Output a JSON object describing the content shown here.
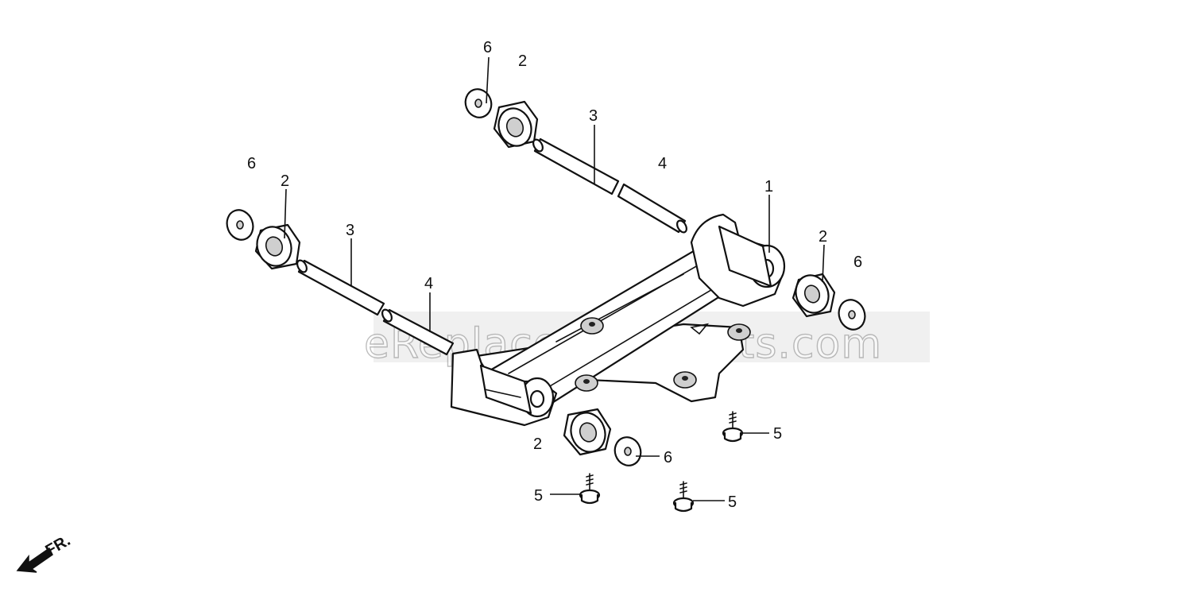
{
  "callouts": [
    {
      "id": "c-6-top",
      "label": "6"
    },
    {
      "id": "c-2-top",
      "label": "2"
    },
    {
      "id": "c-3-top",
      "label": "3"
    },
    {
      "id": "c-4-top",
      "label": "4"
    },
    {
      "id": "c-6-left",
      "label": "6"
    },
    {
      "id": "c-2-left",
      "label": "2"
    },
    {
      "id": "c-3-left",
      "label": "3"
    },
    {
      "id": "c-4-left",
      "label": "4"
    },
    {
      "id": "c-1",
      "label": "1"
    },
    {
      "id": "c-2-right",
      "label": "2"
    },
    {
      "id": "c-6-right",
      "label": "6"
    },
    {
      "id": "c-2-bottom",
      "label": "2"
    },
    {
      "id": "c-6-bottom",
      "label": "6"
    },
    {
      "id": "c-5-right",
      "label": "5"
    },
    {
      "id": "c-5-left",
      "label": "5"
    },
    {
      "id": "c-5-mid",
      "label": "5"
    }
  ],
  "front_indicator": "FR.",
  "watermark": "eReplacementParts.com"
}
